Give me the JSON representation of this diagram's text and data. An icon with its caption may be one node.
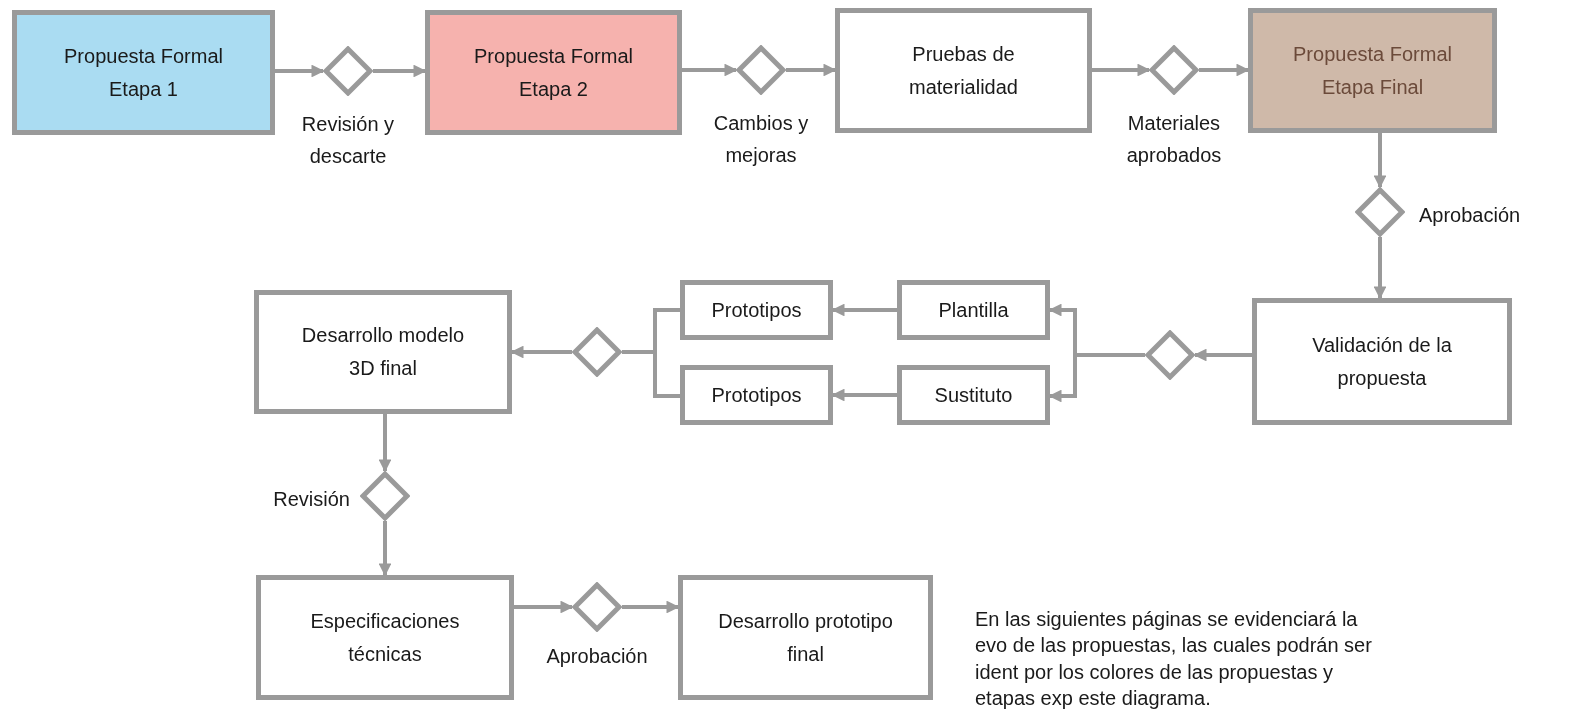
{
  "diagram": {
    "nodes": [
      {
        "text": [
          "Propuesta Formal Etapa 1"
        ]
      },
      {
        "text": [],
        "shape": "diamond",
        "beside": [
          "Revisión y descarte"
        ]
      },
      {
        "text": [
          "Propuesta Formal Etapa 2"
        ]
      },
      {
        "text": [],
        "shape": "diamond",
        "beside": [
          "Cambios y mejoras"
        ]
      },
      {
        "text": [
          "Pruebas de materialidad"
        ]
      },
      {
        "text": [],
        "shape": "diamond",
        "beside": [
          "Materiales aprobados"
        ]
      },
      {
        "text": [
          "Propuesta Formal Etapa Final"
        ]
      },
      {
        "text": [],
        "shape": "diamond",
        "beside": [
          "Aprobación"
        ]
      },
      {
        "text": [
          "Validación de la propuesta"
        ]
      },
      {
        "text": [],
        "shape": "diamond"
      },
      {
        "text": [
          "Plantilla"
        ]
      },
      {
        "text": [
          "Sustituto"
        ]
      },
      {
        "text": [
          "Prototipos"
        ]
      },
      {
        "text": [
          "Prototipos"
        ]
      },
      {
        "text": [],
        "shape": "diamond"
      },
      {
        "text": [
          "Desarrollo modelo 3D final"
        ]
      },
      {
        "text": [],
        "shape": "diamond",
        "beside": [
          "Revisión"
        ]
      },
      {
        "text": [
          "Especificaciones técnicas"
        ]
      },
      {
        "text": [],
        "shape": "diamond",
        "beside": [
          "Aprobación"
        ]
      },
      {
        "text": [
          "Desarrollo prototipo final"
        ]
      }
    ],
    "edges": [
      {
        "from": 0,
        "to": 1,
        "arrow": "to"
      },
      {
        "from": 1,
        "to": 2,
        "arrow": "to"
      },
      {
        "from": 2,
        "to": 3,
        "arrow": "to"
      },
      {
        "from": 3,
        "to": 4,
        "arrow": "to"
      },
      {
        "from": 4,
        "to": 5,
        "arrow": "to"
      },
      {
        "from": 5,
        "to": 6,
        "arrow": "to"
      },
      {
        "from": 6,
        "to": 7,
        "arrow": "to"
      },
      {
        "from": 7,
        "to": 8,
        "arrow": "to"
      },
      {
        "from": 8,
        "to": 14,
        "arrow": "to"
      },
      {
        "from": 14,
        "to": 10,
        "arrow": "to"
      },
      {
        "from": 14,
        "to": 11,
        "arrow": "to"
      },
      {
        "from": 10,
        "to": 12,
        "arrow": "to"
      },
      {
        "from": 11,
        "to": 13,
        "arrow": "to"
      },
      {
        "from": 12,
        "to": 9,
        "arrow": "none"
      },
      {
        "from": 13,
        "to": 9,
        "arrow": "none"
      },
      {
        "from": 9,
        "to": 15,
        "arrow": "to"
      },
      {
        "from": 15,
        "to": 16,
        "arrow": "to"
      },
      {
        "from": 16,
        "to": 17,
        "arrow": "to"
      },
      {
        "from": 17,
        "to": 18,
        "arrow": "to"
      },
      {
        "from": 18,
        "to": 19,
        "arrow": "to"
      }
    ],
    "labels": [
      "En las siguientes páginas se evidenciará la evo de las propuestas, las cuales podrán ser ident por los colores de las propuestas y etapas exp este diagrama."
    ]
  }
}
